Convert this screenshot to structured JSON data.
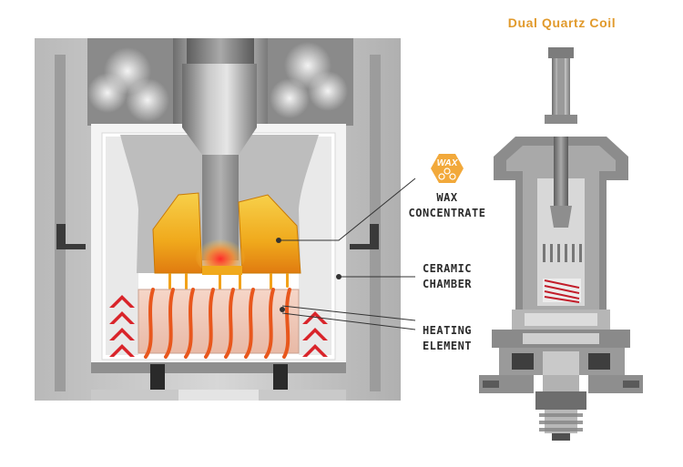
{
  "heading": "Dual Quartz Coil",
  "badge": "WAX",
  "callouts": {
    "wax": [
      "WAX",
      "CONCENTRATE"
    ],
    "ceramic": [
      "CERAMIC",
      "CHAMBER"
    ],
    "heating": [
      "HEATING",
      "ELEMENT"
    ]
  },
  "colors": {
    "heading": "#e19a2c",
    "badge": "#f2a93b",
    "wax": "#f4b400",
    "coil": "#e8571d",
    "arrows": "#d9242a",
    "metal": "#8f8f8f"
  }
}
